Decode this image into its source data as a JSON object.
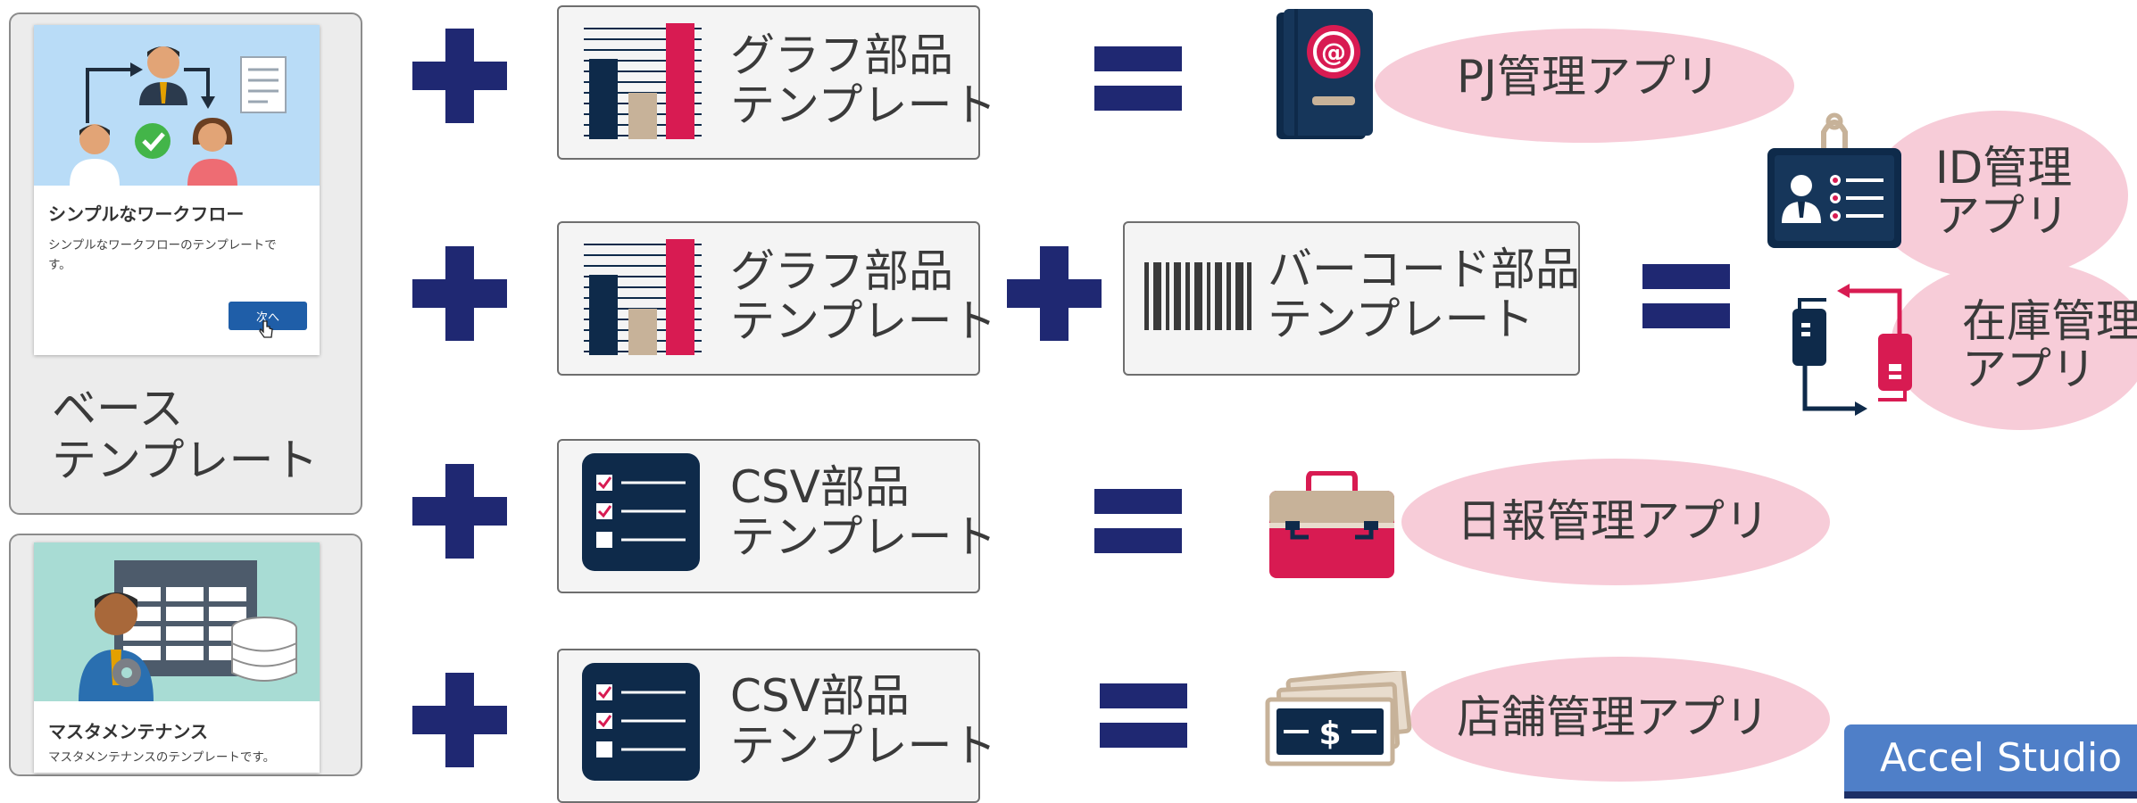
{
  "base_template": {
    "label_line1": "ベース",
    "label_line2": "テンプレート",
    "workflow_card": {
      "title": "シンプルなワークフロー",
      "desc_line1": "シンプルなワークフローのテンプレートで",
      "desc_line2": "す。",
      "button": "次へ"
    },
    "master_card": {
      "title": "マスタメンテナンス",
      "desc": "マスタメンテナンスのテンプレートです。"
    }
  },
  "part_templates": {
    "graph": {
      "line1": "グラフ部品",
      "line2": "テンプレート"
    },
    "barcode": {
      "line1": "バーコード部品",
      "line2": "テンプレート"
    },
    "csv": {
      "line1": "CSV部品",
      "line2": "テンプレート"
    }
  },
  "apps": {
    "pj": "PJ管理アプリ",
    "id_line1": "ID管理",
    "id_line2": "アプリ",
    "inventory_line1": "在庫管理",
    "inventory_line2": "アプリ",
    "daily_report": "日報管理アプリ",
    "store": "店舗管理アプリ"
  },
  "brand": {
    "name": "Accel Studio"
  },
  "colors": {
    "navy": "#1f2872",
    "dark_navy": "#0e2a4a",
    "crimson": "#d81b52",
    "beige": "#c7b299",
    "ellipse_pink": "#f7ccd8",
    "brand_blue": "#4f7fc8"
  },
  "icons": {
    "graph": "bar-chart-icon",
    "barcode": "barcode-icon",
    "csv": "checklist-icon",
    "pj": "passport-book-icon",
    "id": "id-badge-icon",
    "inventory": "exchange-arrows-icon",
    "daily_report": "briefcase-icon",
    "store": "cash-stack-icon"
  }
}
